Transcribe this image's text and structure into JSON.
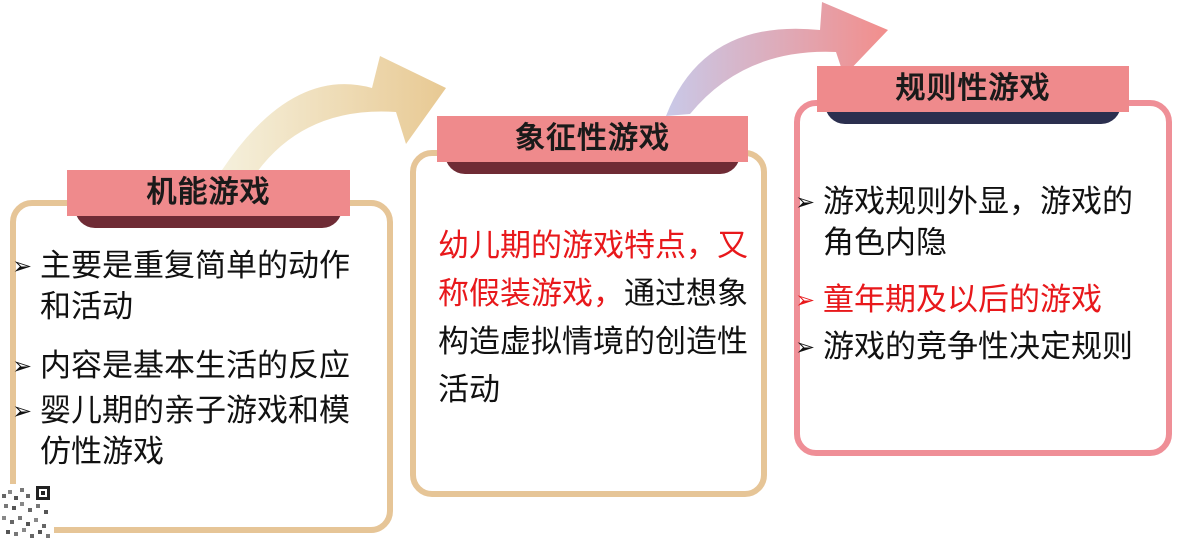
{
  "stages": [
    {
      "title": "机能游戏",
      "items": [
        "主要是重复简单的动作和活动",
        "内容是基本生活的反应",
        "婴儿期的亲子游戏和模仿性游戏"
      ]
    },
    {
      "title": "象征性游戏",
      "text_red": "幼儿期的游戏特点，又称假装游戏，",
      "text_black": "通过想象构造虚拟情境的创造性活动"
    },
    {
      "title": "规则性游戏",
      "items": [
        "游戏规则外显，游戏的角色内隐",
        "童年期及以后的游戏",
        "游戏的竞争性决定规则"
      ]
    }
  ],
  "colors": {
    "stage1_border": "#e6c597",
    "stage2_border": "#e6c597",
    "stage3_border": "#ef8f97",
    "title_band": "#ef8a8c",
    "highlight_red": "#e8181b",
    "arrow1": "#e8c993",
    "arrow2": "#f28e8c"
  },
  "icons": [
    "arrow-right-bullet-icon",
    "curved-arrow-icon",
    "qr-code-icon"
  ]
}
